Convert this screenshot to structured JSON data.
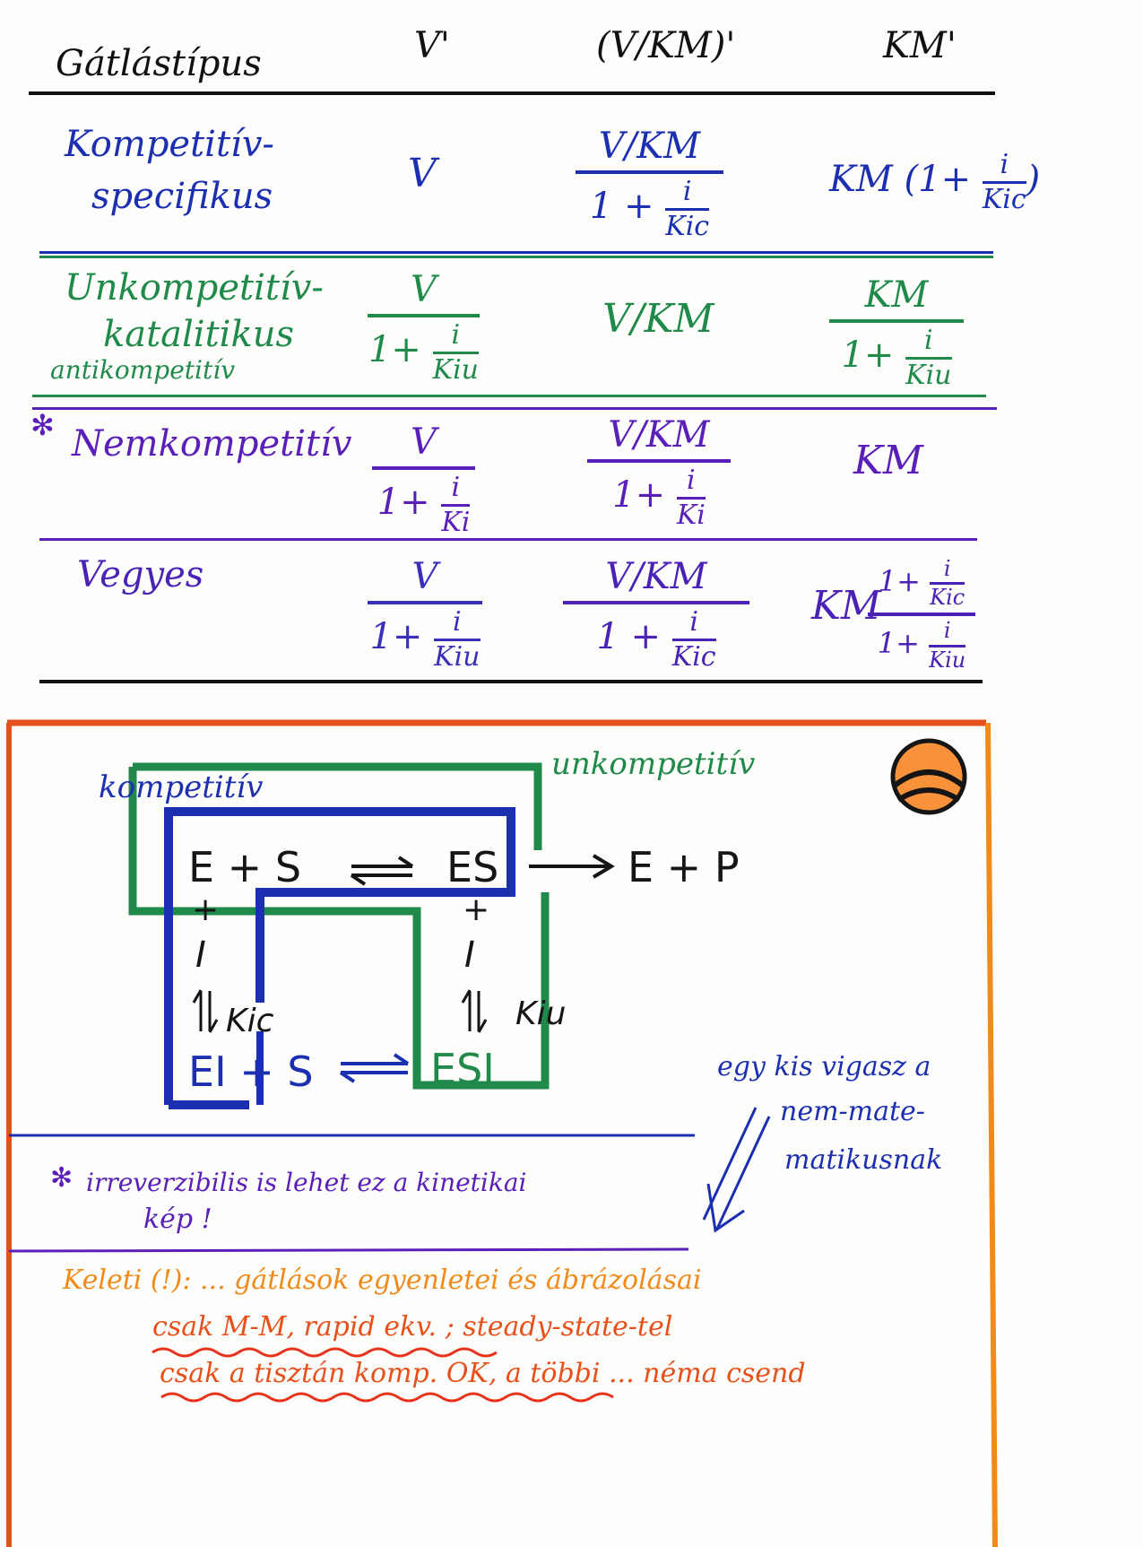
{
  "table": {
    "headers": {
      "col1": "Gátlástípus",
      "col2": "V'",
      "col3": "(V/KM)'",
      "col4": "KM'"
    },
    "rows": [
      {
        "name_line1": "Kompetitív-",
        "name_line2": "specifikus",
        "v": "V",
        "vkm_num": "V/KM",
        "vkm_den_prefix": "1 +",
        "vkm_den_i": "i",
        "vkm_den_k": "Kic",
        "km_prefix": "KM (1+",
        "km_i": "i",
        "km_k": "Kic",
        "km_suffix": ")"
      },
      {
        "name_line1": "Unkompetitív-",
        "name_line2": "katalitikus",
        "name_line3": "antikompetitív",
        "v_num": "V",
        "v_den_prefix": "1+",
        "v_den_i": "i",
        "v_den_k": "Kiu",
        "vkm": "V/KM",
        "km_num": "KM",
        "km_den_prefix": "1+",
        "km_den_i": "i",
        "km_den_k": "Kiu"
      },
      {
        "marker": "✻",
        "name_line1": "Nemkompetitív",
        "v_num": "V",
        "v_den_prefix": "1+",
        "v_den_i": "i",
        "v_den_k": "Ki",
        "vkm_num": "V/KM",
        "vkm_den_prefix": "1+",
        "vkm_den_i": "i",
        "vkm_den_k": "Ki",
        "km": "KM"
      },
      {
        "name_line1": "Vegyes",
        "v_num": "V",
        "v_den_prefix": "1+",
        "v_den_i": "i",
        "v_den_k": "Kiu",
        "vkm_num": "V/KM",
        "vkm_den_prefix": "1 +",
        "vkm_den_i": "i",
        "vkm_den_k": "Kic",
        "km_prefix": "KM",
        "km_num_prefix": "1+",
        "km_num_i": "i",
        "km_num_k": "Kic",
        "km_den_prefix": "1+",
        "km_den_i": "i",
        "km_den_k": "Kiu"
      }
    ]
  },
  "diagram": {
    "label_competitive": "kompetitív",
    "label_uncompetitive": "unkompetitív",
    "e_plus_s": "E + S",
    "es": "ES",
    "arrow_to": "E + P",
    "plus_left": "+",
    "i_left": "I",
    "kic": "Kic",
    "ei_s": "EI + S",
    "plus_right": "+",
    "i_right": "I",
    "kiu": "Kiu",
    "esi": "ESI",
    "side_note_line1": "egy kis vigasz a",
    "side_note_line2": "nem-mate-",
    "side_note_line3": "matikusnak"
  },
  "notes": {
    "marker": "✻",
    "irreversible_line1": "irreverzibilis is lehet ez a kinetikai",
    "irreversible_line2": "kép !",
    "keleti_line1": "Keleti (!):  ... gátlások egyenletei és ábrázolásai",
    "keleti_line2": "csak M-M, rapid ekv. ; steady-state-tel",
    "keleti_line3": "csak a tisztán komp. OK, a többi ... néma csend"
  },
  "colors": {
    "blue": "#1b2fb0",
    "green": "#1f8a4a",
    "purple": "#5a1fb8",
    "orange": "#f08a1a",
    "red_orange": "#e8501a"
  }
}
